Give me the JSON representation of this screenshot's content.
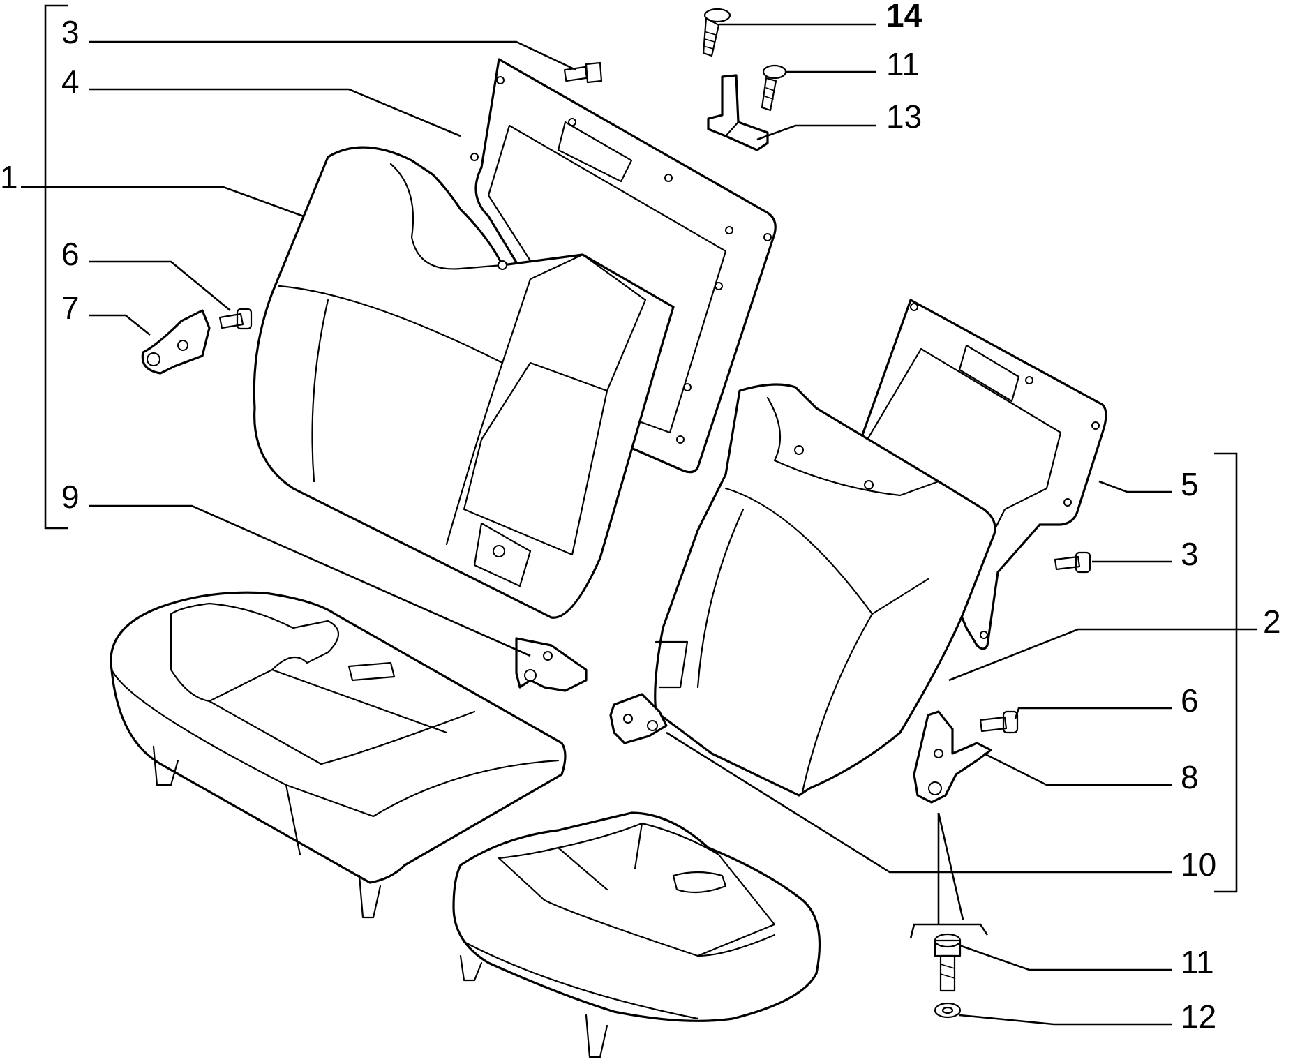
{
  "callouts": {
    "c1": "1",
    "c2": "2",
    "c3a": "3",
    "c3b": "3",
    "c4": "4",
    "c5": "5",
    "c6a": "6",
    "c6b": "6",
    "c7": "7",
    "c8": "8",
    "c9": "9",
    "c10": "10",
    "c11a": "11",
    "c11b": "11",
    "c12": "12",
    "c13": "13",
    "c14": "14"
  },
  "colors": {
    "line": "#000000",
    "background": "#ffffff"
  }
}
